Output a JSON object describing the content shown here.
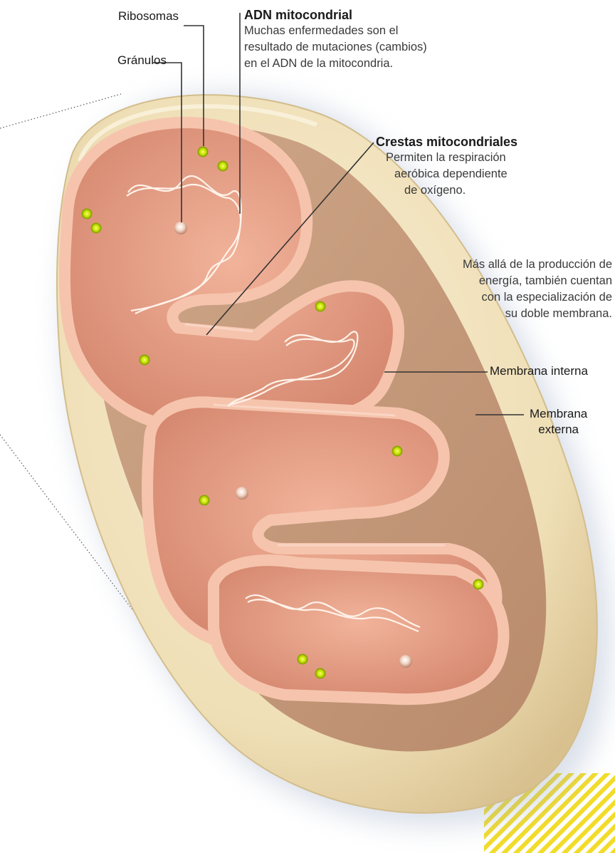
{
  "labels": {
    "ribosomas": "Ribosomas",
    "granulos": "Gránulos",
    "adn": {
      "title": "ADN mitocondrial",
      "lines": [
        "Muchas enfermedades son el",
        "resultado de mutaciones (cambios)",
        "en el ADN de la mitocondria."
      ]
    },
    "crestas": {
      "title": "Crestas mitocondriales",
      "lines": [
        "Permiten la respiración",
        "aeróbica dependiente",
        "de oxígeno."
      ]
    },
    "intro": {
      "lines": [
        "Más allá de la producción de",
        "energía, también cuentan",
        "con la especialización de",
        "su doble membrana."
      ]
    },
    "membrana_interna": "Membrana interna",
    "membrana_externa": [
      "Membrana",
      "externa"
    ]
  },
  "colors": {
    "outer_membrane": "#f1e3bd",
    "outer_membrane_dark": "#d9c596",
    "inner_membrane": "#f4b9a0",
    "matrix": "#e7a58c",
    "matrix_dark": "#c97f69",
    "ribosome": "#c8e000",
    "accent_stripe": "#f2dc2a"
  }
}
